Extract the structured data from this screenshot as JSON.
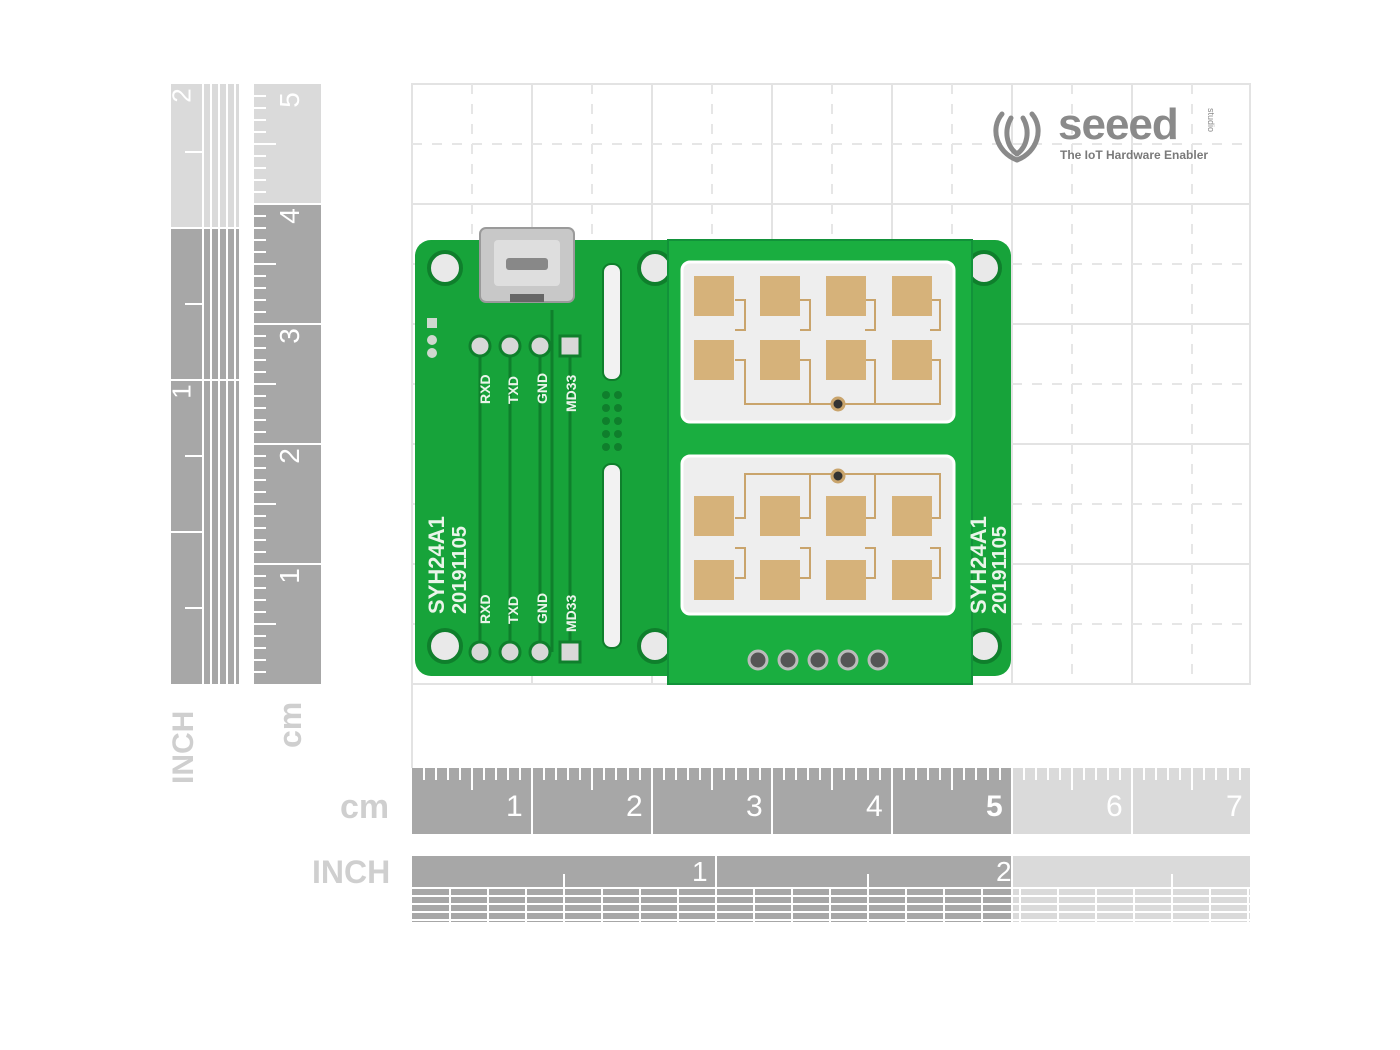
{
  "brand": {
    "name": "seeed",
    "suffix": "studio",
    "tagline": "The IoT Hardware Enabler"
  },
  "rulers": {
    "cm_label": "cm",
    "inch_label": "INCH",
    "cm_numbers": [
      "1",
      "2",
      "3",
      "4",
      "5",
      "6",
      "7"
    ],
    "inch_numbers": [
      "1",
      "2"
    ],
    "vertical_cm_numbers": [
      "1",
      "2",
      "3",
      "4",
      "5"
    ],
    "vertical_inch_numbers": [
      "1",
      "2"
    ]
  },
  "board": {
    "model": "SYH24A1",
    "date": "20191105",
    "pins": [
      "RXD",
      "TXD",
      "GND",
      "MD33"
    ]
  },
  "colors": {
    "pcb_green": "#17a33a",
    "pcb_dark": "#0f7f2c",
    "pad_gold": "#d6b27a",
    "ruler_dark": "#a7a7a7",
    "ruler_light": "#dadada",
    "grid": "#e3e3e3"
  }
}
